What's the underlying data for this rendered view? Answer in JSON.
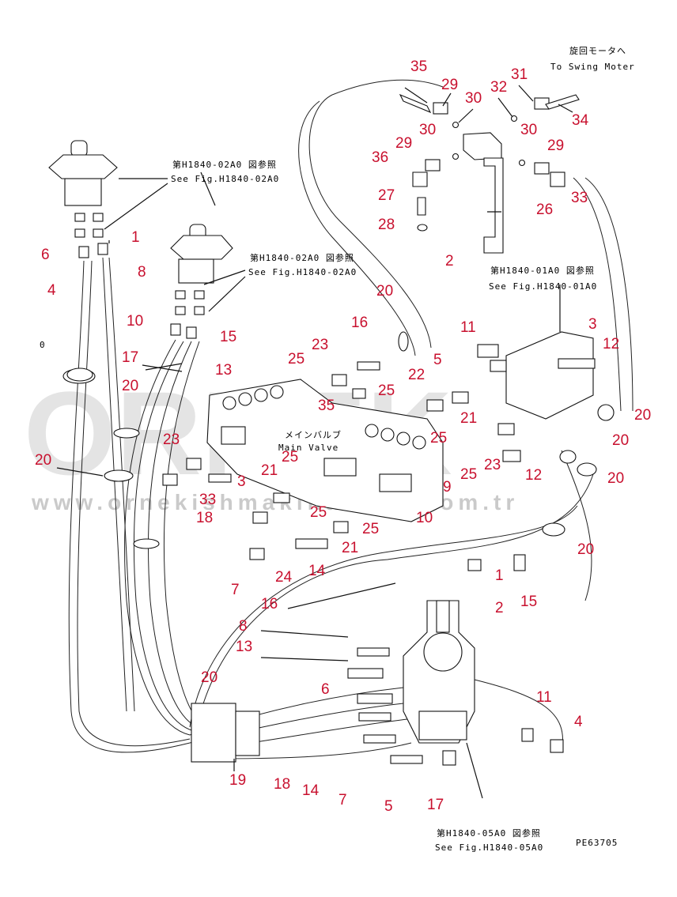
{
  "watermark": {
    "brand": "ORNEK",
    "url": "www.ornekishmakinaalari.com.tr"
  },
  "references": {
    "swing_motor_jp": "旋回モータへ",
    "swing_motor_en": "To Swing Moter",
    "ref1_jp": "第H1840-02A0 図参照",
    "ref1_en": "See Fig.H1840-02A0",
    "ref2_jp": "第H1840-02A0 図参照",
    "ref2_en": "See Fig.H1840-02A0",
    "ref3_jp": "第H1840-01A0 図参照",
    "ref3_en": "See Fig.H1840-01A0",
    "ref4_jp": "第H1840-05A0 図参照",
    "ref4_en": "See Fig.H1840-05A0",
    "main_valve_jp": "メインバルブ",
    "main_valve_en": "Main Valve",
    "drawing_number": "PE63705"
  },
  "callouts": [
    {
      "id": "c35a",
      "text": "35"
    },
    {
      "id": "c29a",
      "text": "29"
    },
    {
      "id": "c30a",
      "text": "30"
    },
    {
      "id": "c32",
      "text": "32"
    },
    {
      "id": "c31",
      "text": "31"
    },
    {
      "id": "c34",
      "text": "34"
    },
    {
      "id": "c30b",
      "text": "30"
    },
    {
      "id": "c30c",
      "text": "30"
    },
    {
      "id": "c29b",
      "text": "29"
    },
    {
      "id": "c29c",
      "text": "29"
    },
    {
      "id": "c36",
      "text": "36"
    },
    {
      "id": "c33a",
      "text": "33"
    },
    {
      "id": "c27",
      "text": "27"
    },
    {
      "id": "c26",
      "text": "26"
    },
    {
      "id": "c28",
      "text": "28"
    },
    {
      "id": "c1a",
      "text": "1"
    },
    {
      "id": "c6a",
      "text": "6"
    },
    {
      "id": "c8a",
      "text": "8"
    },
    {
      "id": "c4a",
      "text": "4"
    },
    {
      "id": "c0",
      "text": "0"
    },
    {
      "id": "c10a",
      "text": "10"
    },
    {
      "id": "c15a",
      "text": "15"
    },
    {
      "id": "c17a",
      "text": "17"
    },
    {
      "id": "c13a",
      "text": "13"
    },
    {
      "id": "c20a",
      "text": "20"
    },
    {
      "id": "c2a",
      "text": "2"
    },
    {
      "id": "c20b",
      "text": "20"
    },
    {
      "id": "c16a",
      "text": "16"
    },
    {
      "id": "c11a",
      "text": "11"
    },
    {
      "id": "c3a",
      "text": "3"
    },
    {
      "id": "c12a",
      "text": "12"
    },
    {
      "id": "c23a",
      "text": "23"
    },
    {
      "id": "c25a",
      "text": "25"
    },
    {
      "id": "c5a",
      "text": "5"
    },
    {
      "id": "c22",
      "text": "22"
    },
    {
      "id": "c35b",
      "text": "35"
    },
    {
      "id": "c25b",
      "text": "25"
    },
    {
      "id": "c21a",
      "text": "21"
    },
    {
      "id": "c20c",
      "text": "20"
    },
    {
      "id": "c20d",
      "text": "20"
    },
    {
      "id": "c25c",
      "text": "25"
    },
    {
      "id": "c23b",
      "text": "23"
    },
    {
      "id": "c25d",
      "text": "25"
    },
    {
      "id": "c20e",
      "text": "20"
    },
    {
      "id": "c12b",
      "text": "12"
    },
    {
      "id": "c23c",
      "text": "23"
    },
    {
      "id": "c25e",
      "text": "25"
    },
    {
      "id": "c21b",
      "text": "21"
    },
    {
      "id": "c20f",
      "text": "20"
    },
    {
      "id": "c33b",
      "text": "33"
    },
    {
      "id": "c18a",
      "text": "18"
    },
    {
      "id": "c3b",
      "text": "3"
    },
    {
      "id": "c9",
      "text": "9"
    },
    {
      "id": "c25f",
      "text": "25"
    },
    {
      "id": "c10b",
      "text": "10"
    },
    {
      "id": "c25g",
      "text": "25"
    },
    {
      "id": "c21c",
      "text": "21"
    },
    {
      "id": "c24",
      "text": "24"
    },
    {
      "id": "c14a",
      "text": "14"
    },
    {
      "id": "c7a",
      "text": "7"
    },
    {
      "id": "c1b",
      "text": "1"
    },
    {
      "id": "c20g",
      "text": "20"
    },
    {
      "id": "c16b",
      "text": "16"
    },
    {
      "id": "c2b",
      "text": "2"
    },
    {
      "id": "c15b",
      "text": "15"
    },
    {
      "id": "c8b",
      "text": "8"
    },
    {
      "id": "c13b",
      "text": "13"
    },
    {
      "id": "c20h",
      "text": "20"
    },
    {
      "id": "c6b",
      "text": "6"
    },
    {
      "id": "c11b",
      "text": "11"
    },
    {
      "id": "c4b",
      "text": "4"
    },
    {
      "id": "c19",
      "text": "19"
    },
    {
      "id": "c18b",
      "text": "18"
    },
    {
      "id": "c14b",
      "text": "14"
    },
    {
      "id": "c7b",
      "text": "7"
    },
    {
      "id": "c5b",
      "text": "5"
    },
    {
      "id": "c17b",
      "text": "17"
    }
  ]
}
